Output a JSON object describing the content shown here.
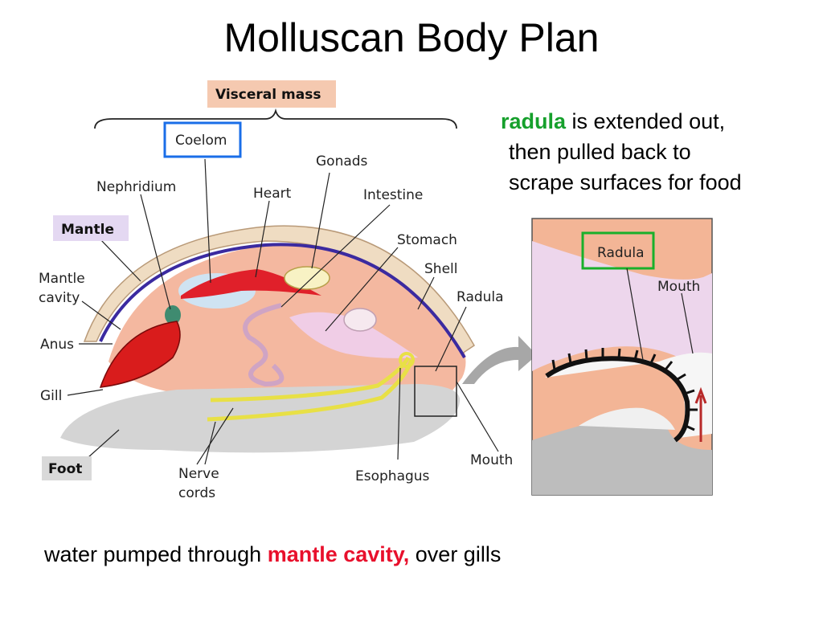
{
  "title": "Molluscan Body Plan",
  "diagram_labels": {
    "visceral_mass": "Visceral mass",
    "coelom": "Coelom",
    "gonads": "Gonads",
    "nephridium": "Nephridium",
    "heart": "Heart",
    "intestine": "Intestine",
    "mantle": "Mantle",
    "stomach": "Stomach",
    "shell": "Shell",
    "mantle_cavity_1": "Mantle",
    "mantle_cavity_2": "cavity",
    "radula": "Radula",
    "anus": "Anus",
    "gill": "Gill",
    "foot": "Foot",
    "nerve_cords_1": "Nerve",
    "nerve_cords_2": "cords",
    "esophagus": "Esophagus",
    "mouth": "Mouth"
  },
  "inset_labels": {
    "radula": "Radula",
    "mouth": "Mouth"
  },
  "radula_note": {
    "highlight": "radula",
    "line1_rest": " is extended out,",
    "line2": "then pulled back to",
    "line3": "scrape surfaces for food"
  },
  "water_note": {
    "prefix": "water pumped through ",
    "highlight": "mantle cavity,",
    "suffix": " over gills"
  },
  "colors": {
    "highlight_green": "#16a02c",
    "highlight_red": "#e8102c",
    "coelom_box": "#1a6ee8",
    "radula_box": "#18b02a",
    "visceral_bg": "#f5c9b0",
    "mantle_bg": "#e4d8f2"
  }
}
